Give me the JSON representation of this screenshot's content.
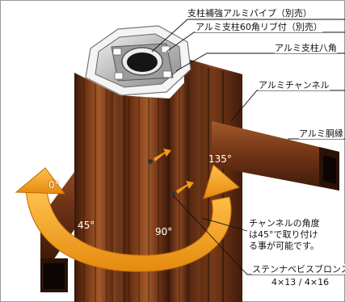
{
  "labels": {
    "reinforcement_pipe": "支柱補強アルミパイプ（別売）",
    "post_ribbed": "アルミ支柱60角リブ付（別売）",
    "post_octagon": "アルミ支柱八角",
    "channel": "アルミチャンネル",
    "rail": "アルミ胴縁",
    "screw_line1": "ステンナベビスブロンス",
    "screw_line2": "4×13 / 4×16"
  },
  "note": {
    "line1": "チャンネルの角度",
    "line2": "は45°で取り付け",
    "line3": "る事が可能です。"
  },
  "angles": {
    "a0": "0°",
    "a45": "45°",
    "a90": "90°",
    "a135": "135°"
  },
  "colors": {
    "wood_dark": "#3b1a0c",
    "wood_mid": "#6e3415",
    "wood_light": "#9a5226",
    "aluminum": "#c9c9c9",
    "arrow_orange": "#f29a1a",
    "leader": "#111111"
  }
}
